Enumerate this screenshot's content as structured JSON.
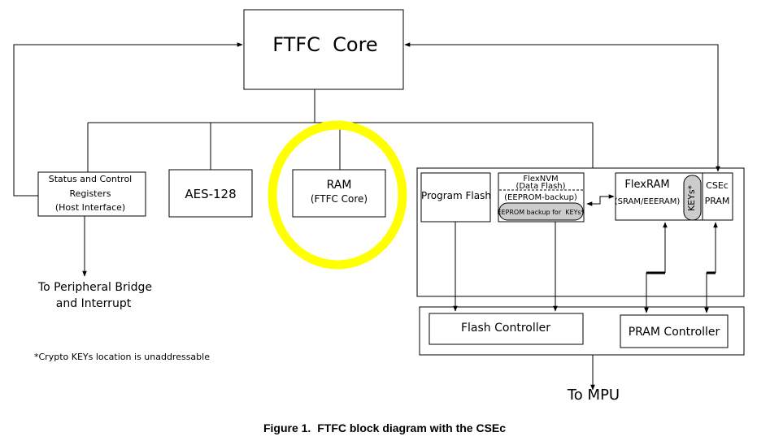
{
  "diagram": {
    "core": {
      "title": "FTFC  Core"
    },
    "status": {
      "line1": "Status and Control",
      "line2": "Registers",
      "line3": "(Host Interface)"
    },
    "aes": {
      "label": "AES-128"
    },
    "ram": {
      "line1": "RAM",
      "line2": "(FTFC Core)"
    },
    "program_flash": {
      "label": "Program Flash"
    },
    "flexnvm": {
      "line1": "FlexNVM",
      "line2": "(Data Flash)",
      "line3": "(EEPROM-backup)",
      "pill": "EEPROM backup for  KEYs*"
    },
    "flexram": {
      "line1": "FlexRAM",
      "line2": "(SRAM/EEERAM)"
    },
    "keys": {
      "label": "KEYs*"
    },
    "csec": {
      "line1": "CSEc",
      "line2": "PRAM"
    },
    "flash_controller": {
      "label": "Flash Controller"
    },
    "pram_controller": {
      "label": "PRAM Controller"
    },
    "to_peripheral": {
      "line1": "To Peripheral Bridge",
      "line2": "and Interrupt"
    },
    "to_mpu": {
      "label": "To MPU"
    },
    "footnote": "*Crypto KEYs location is unaddressable",
    "highlight_color": "#ffff00"
  },
  "caption": {
    "figure": "Figure 1.",
    "text": "FTFC block diagram with the CSEc"
  }
}
